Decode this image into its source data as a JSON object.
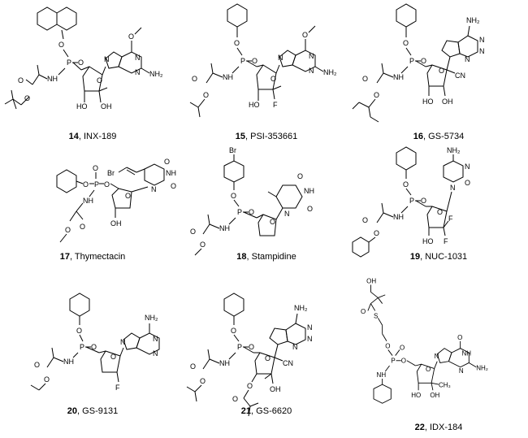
{
  "compounds": [
    {
      "number": "14",
      "name": "INX-189"
    },
    {
      "number": "15",
      "name": "PSI-353661"
    },
    {
      "number": "16",
      "name": "GS-5734"
    },
    {
      "number": "17",
      "name": "Thymectacin"
    },
    {
      "number": "18",
      "name": "Stampidine"
    },
    {
      "number": "19",
      "name": "NUC-1031"
    },
    {
      "number": "20",
      "name": "GS-9131"
    },
    {
      "number": "21",
      "name": "GS-6620"
    },
    {
      "number": "22",
      "name": "IDX-184"
    }
  ],
  "atoms": {
    "O": "O",
    "N": "N",
    "P": "P",
    "S": "S",
    "F": "F",
    "Br": "Br",
    "NH": "NH",
    "NH2": "NH₂",
    "OH": "OH",
    "HO": "HO",
    "CN": "CN",
    "CH3": "CH₃"
  }
}
